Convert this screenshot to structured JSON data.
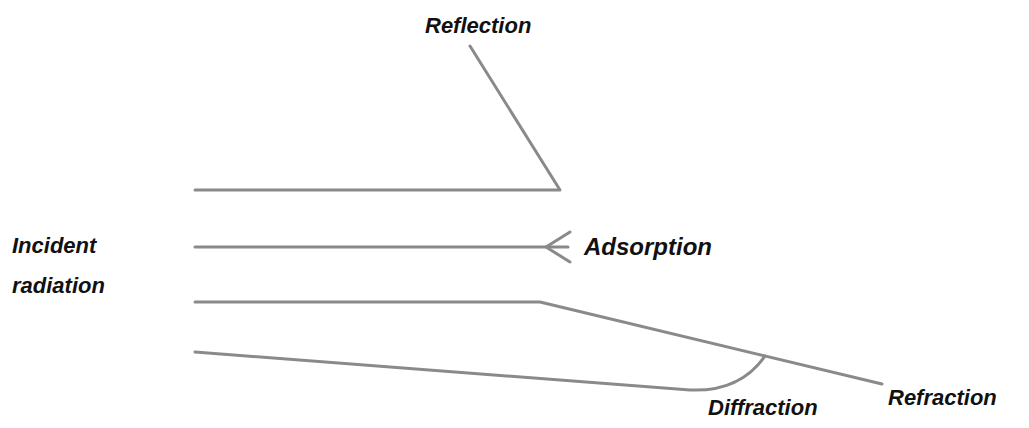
{
  "diagram": {
    "nodes": [
      {
        "text": [
          "Adsorption"
        ]
      }
    ],
    "labels": [
      "Reflection",
      "Incident radiation",
      "Diffraction",
      "Refraction"
    ]
  }
}
